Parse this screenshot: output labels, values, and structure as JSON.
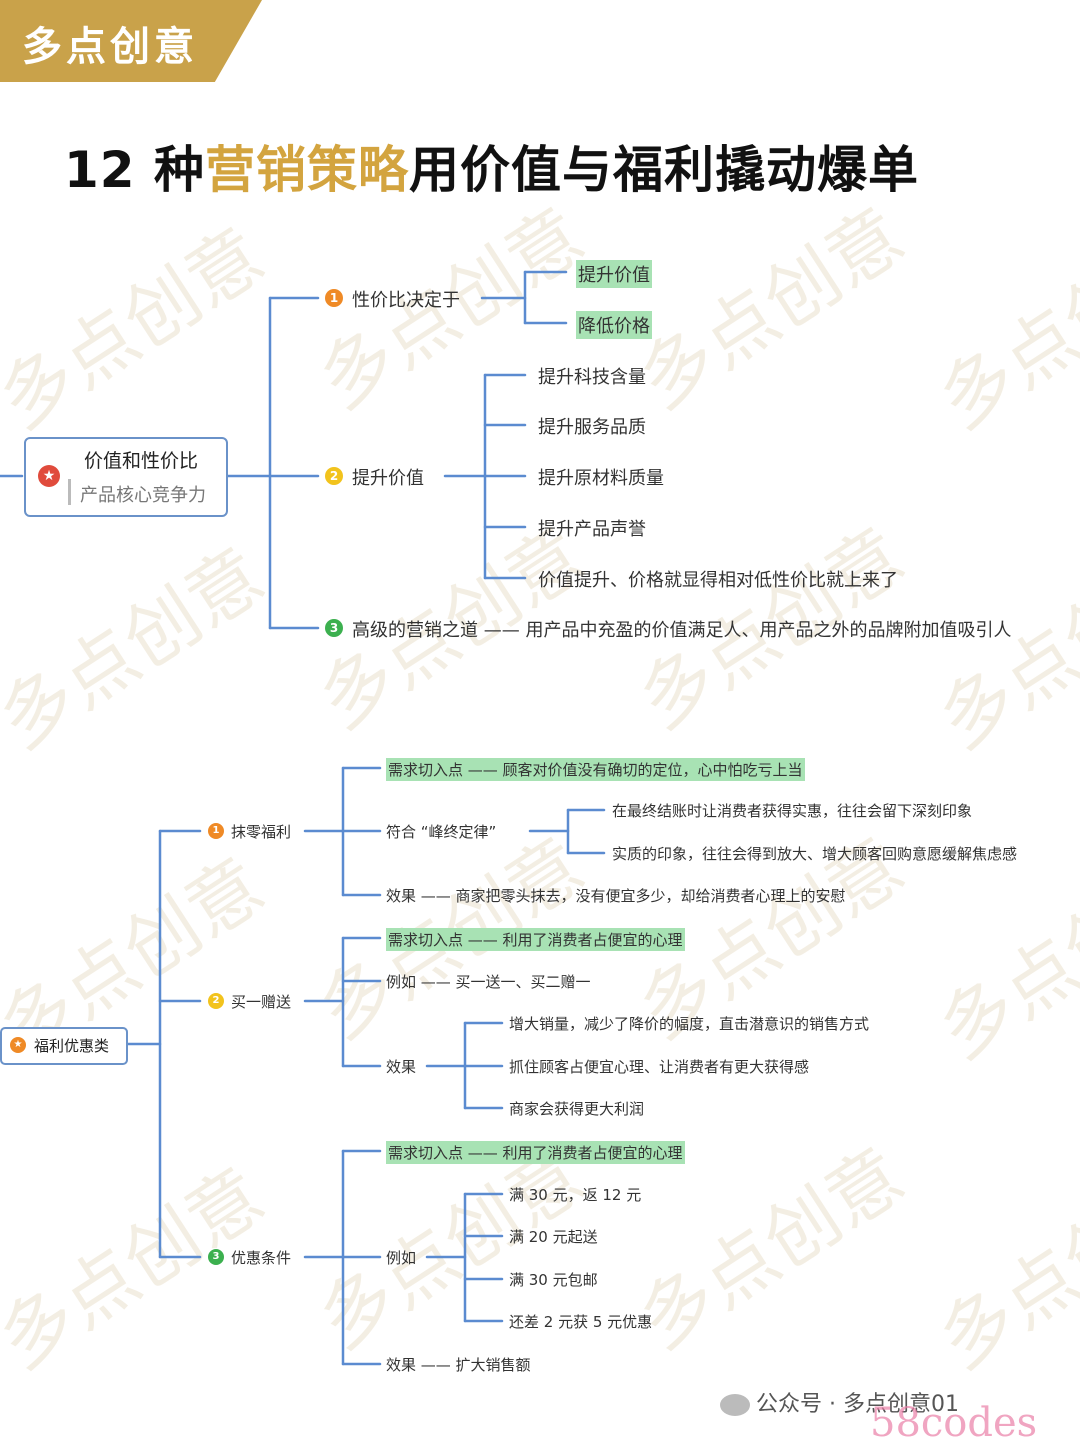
{
  "brand": "多点创意",
  "title": {
    "prefix": "12 种",
    "highlight": "营销策略",
    "suffix": "用价值与福利撬动爆单"
  },
  "watermark": "多点创意",
  "diagram1": {
    "root": {
      "title": "价值和性价比",
      "subtitle": "产品核心竞争力"
    },
    "b1": {
      "label": "性价比决定于",
      "children": [
        "提升价值",
        "降低价格"
      ]
    },
    "b2": {
      "label": "提升价值",
      "children": [
        "提升科技含量",
        "提升服务品质",
        "提升原材料质量",
        "提升产品声誉",
        "价值提升、价格就显得相对低性价比就上来了"
      ]
    },
    "b3": {
      "label": "高级的营销之道 —— 用产品中充盈的价值满足人、用产品之外的品牌附加值吸引人"
    }
  },
  "diagram2": {
    "root": "福利优惠类",
    "b1": {
      "label": "抹零福利",
      "c1": "需求切入点 —— 顾客对价值没有确切的定位，心中怕吃亏上当",
      "c2": "符合 “峰终定律”",
      "c2_children": [
        "在最终结账时让消费者获得实惠，往往会留下深刻印象",
        "实质的印象，往往会得到放大、增大顾客回购意愿缓解焦虑感"
      ],
      "c3": "效果 —— 商家把零头抹去，没有便宜多少，却给消费者心理上的安慰"
    },
    "b2": {
      "label": "买一赠送",
      "c1": "需求切入点 —— 利用了消费者占便宜的心理",
      "c2": "例如 —— 买一送一、买二赠一",
      "c3": "效果",
      "c3_children": [
        "增大销量，减少了降价的幅度，直击潜意识的销售方式",
        "抓住顾客占便宜心理、让消费者有更大获得感",
        "商家会获得更大利润"
      ]
    },
    "b3": {
      "label": "优惠条件",
      "c1": "需求切入点 —— 利用了消费者占便宜的心理",
      "c2": "例如",
      "c2_children": [
        "满 30 元，返 12 元",
        "满 20 元起送",
        "满 30 元包邮",
        "还差 2 元获 5 元优惠"
      ],
      "c3": "效果 —— 扩大销售额"
    }
  },
  "footer": {
    "account": "公众号 · 多点创意01",
    "corner": "58codes"
  },
  "colors": {
    "accent_gold": "#d3a43f",
    "line_blue": "#5b8bd0",
    "highlight_green": "#a8e2b4"
  }
}
